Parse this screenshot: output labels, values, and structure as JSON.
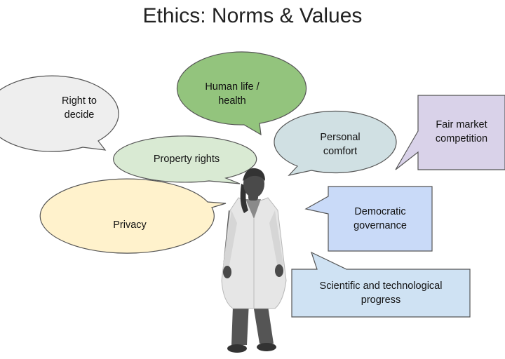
{
  "title": "Ethics: Norms & Values",
  "bubbles": [
    {
      "label": "Right to\ndecide",
      "fill": "#eeeeee"
    },
    {
      "label": "Human life /\nhealth",
      "fill": "#93c47d"
    },
    {
      "label": "Property rights",
      "fill": "#d9ead3"
    },
    {
      "label": "Personal\ncomfort",
      "fill": "#d0e0e3"
    },
    {
      "label": "Fair market\ncompetition",
      "fill": "#d9d2e9"
    },
    {
      "label": "Privacy",
      "fill": "#fff2cc"
    },
    {
      "label": "Democratic\ngovernance",
      "fill": "#c9daf8"
    },
    {
      "label": "Scientific and technological\nprogress",
      "fill": "#cfe2f3"
    }
  ],
  "figure": {
    "icon": "scientist-lab-coat-icon",
    "coat_fill": "#e6e6e6",
    "body_fill": "#555555"
  }
}
